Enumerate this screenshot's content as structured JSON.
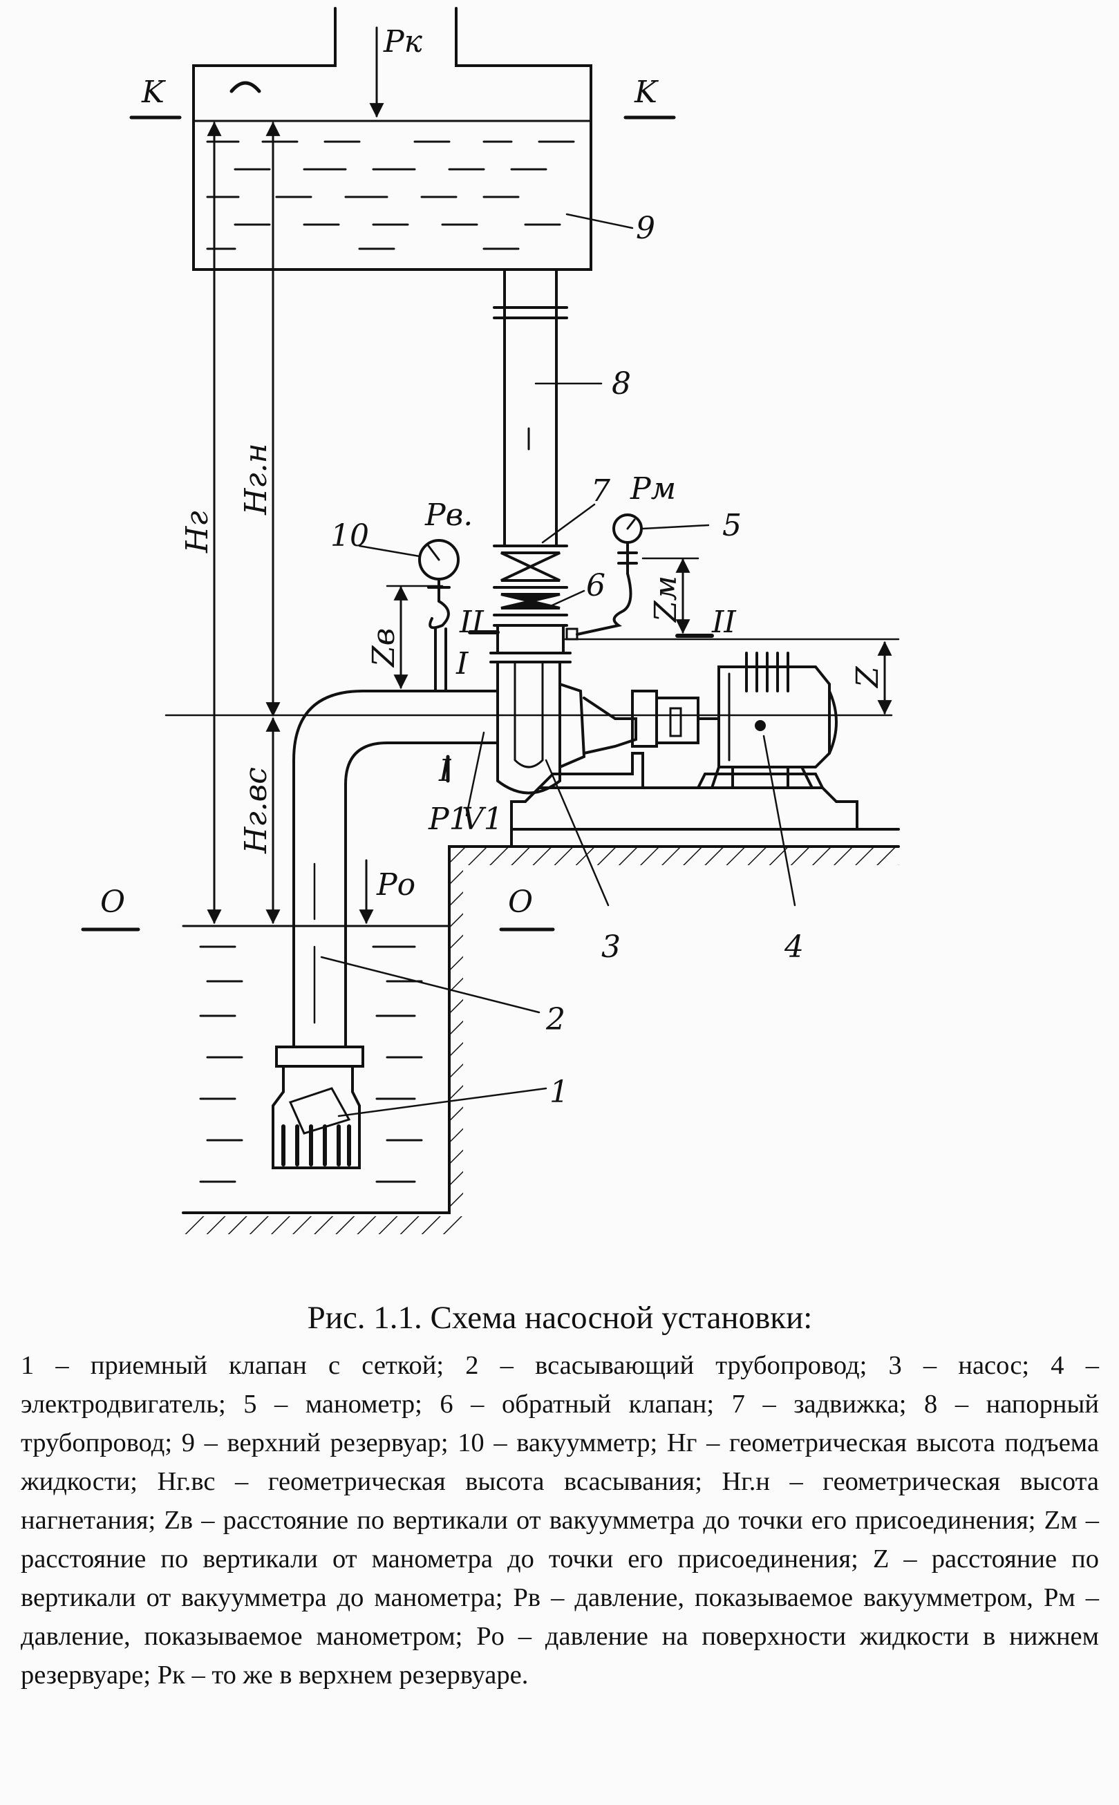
{
  "labels": {
    "p_k": "Pк",
    "k_left": "K",
    "k_right": "K",
    "n9": "9",
    "n8": "8",
    "n7": "7",
    "p_m": "Pм",
    "n5": "5",
    "n6": "6",
    "n10": "10",
    "p_v": "Pв.",
    "h_g": "Hг",
    "h_gn": "Hг.н",
    "h_gvs": "Hг.вс",
    "z_v": "Zв",
    "z_m": "Zм",
    "z": "Z",
    "sec2_left": "II",
    "sec2_right": "II",
    "sec1_top": "I",
    "sec1_bottom": "I",
    "p1": "P1",
    "v1": "V1",
    "p_o": "Pо",
    "o_left": "O",
    "o_right": "O",
    "n3": "3",
    "n4": "4",
    "n2": "2",
    "n1": "1"
  },
  "caption": {
    "title": "Рис. 1.1. Схема насосной установки:",
    "text": "1 – приемный клапан с сеткой; 2 – всасывающий трубопровод; 3 – насос; 4 – электродвигатель; 5 – манометр; 6 – обратный клапан; 7 – задвижка; 8 – напорный трубопровод; 9 – верхний резервуар; 10 – вакуумметр; Hг – геометрическая высота подъема жидкости; Hг.вс – геометрическая высота всасывания; Hг.н – геометрическая высота нагнетания; Zв – расстояние по вертикали от вакуумметра до точки его присоединения; Zм – расстояние по вертикали от манометра до точки его присоединения; Z – расстояние по вертикали от вакуумметра до манометра; Pв – давление, показываемое вакуумметром, Pм – давление, показываемое манометром; Pо – давление на поверхности жидкости в нижнем резервуаре; Pк – то же в верхнем резервуаре."
  }
}
